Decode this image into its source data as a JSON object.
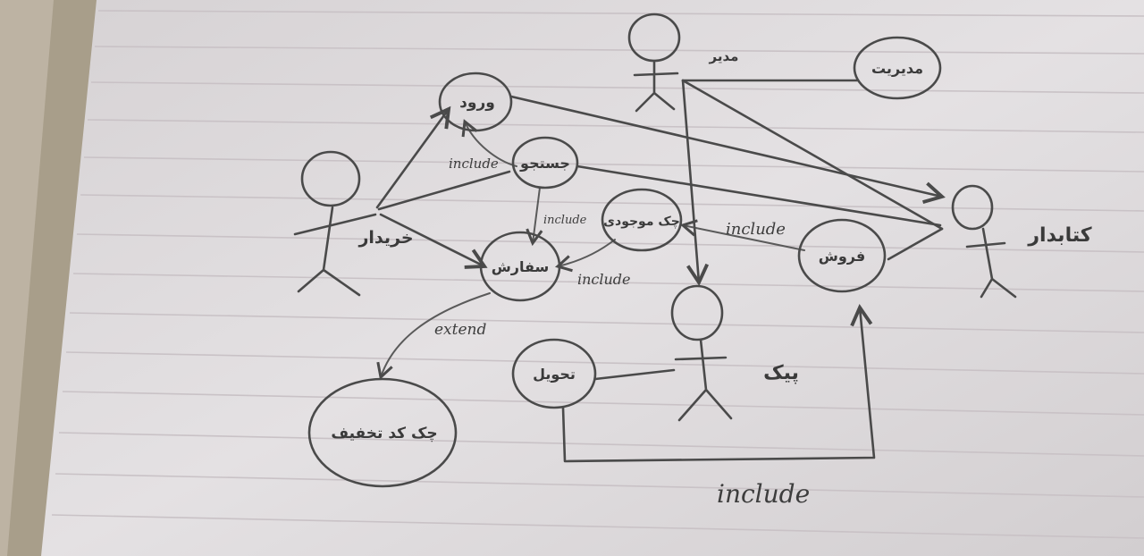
{
  "actors": {
    "customer": "خریدار",
    "librarian": "کتابدار",
    "manager": "مدیر",
    "courier": "پیک"
  },
  "use_cases": {
    "login": "ورود",
    "search": "جستجو",
    "order": "سفارش",
    "check_stock": "چک موجودی",
    "sell": "فروش",
    "deliver": "تحویل",
    "discount_code": "چک کد تخفیف",
    "management": "مدیریت"
  },
  "relations": {
    "include_search_login": "include",
    "include_search_order": "include",
    "include_order_stock": "include",
    "include_sell_stock": "include",
    "extend_order_discount": "extend",
    "include_deliver_sell": "include"
  }
}
